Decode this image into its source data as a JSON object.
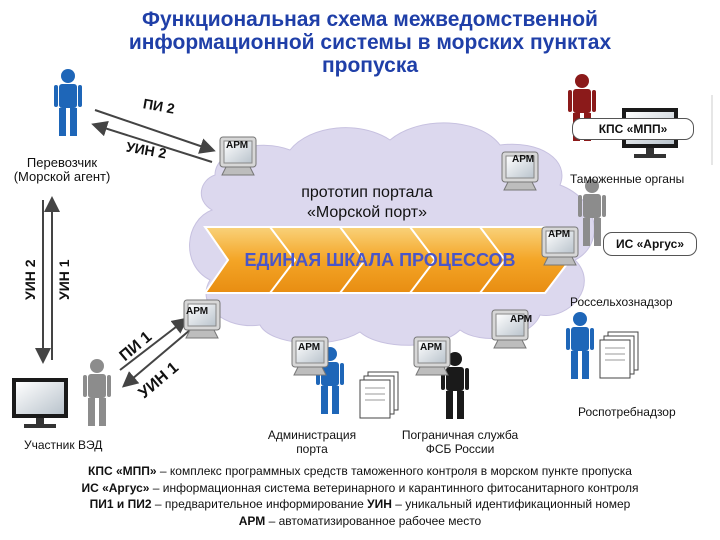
{
  "title_lines": [
    "Функциональная схема межведомственной",
    "информационной системы в морских пунктах",
    "пропуска"
  ],
  "portal": {
    "line1": "прототип портала",
    "line2": "«Морской порт»"
  },
  "process_banner": "ЕДИНАЯ ШКАЛА ПРОЦЕССОВ",
  "arm_label": "АРМ",
  "actors": {
    "carrier": {
      "line1": "Перевозчик",
      "line2": "(Морской агент)"
    },
    "ved": "Участник ВЭД",
    "customs": "Таможенные органы",
    "rosselhoz": "Россельхознадзор",
    "rospotreb": "Роспотребнадзор",
    "port_admin": {
      "line1": "Администрация",
      "line2": "порта"
    },
    "border": {
      "line1": "Пограничная служба",
      "line2": "ФСБ России"
    }
  },
  "systems": {
    "kps": "КПС «МПП»",
    "argus": "ИС «Аргус»"
  },
  "flows": {
    "pi2": "ПИ 2",
    "uin2_top": "УИН 2",
    "uin2_side": "УИН 2",
    "uin1_side": "УИН 1",
    "pi1": "ПИ 1",
    "uin1_bottom": "УИН 1"
  },
  "legend": [
    {
      "term": "КПС «МПП»",
      "text": " – комплекс программных средств таможенного контроля в морском пункте пропуска"
    },
    {
      "term": "ИС «Аргус»",
      "text": " – информационная система ветеринарного и карантинного фитосанитарного контроля"
    },
    {
      "term": "ПИ1 и ПИ2",
      "text": " – предварительное информирование "
    },
    {
      "term": "УИН",
      "text": " – уникальный идентификационный номер"
    },
    {
      "term": "АРМ",
      "text": " – автоматизированное рабочее место"
    }
  ],
  "colors": {
    "title": "#1f3fa8",
    "cloud": "#dcd8ee",
    "banner": "#f2a62b",
    "banner_text": "#4a56c8",
    "person_blue": "#1e66b8",
    "person_grey": "#8c8c8c",
    "person_dark": "#1a1a1a",
    "person_red": "#8b1a1a"
  }
}
